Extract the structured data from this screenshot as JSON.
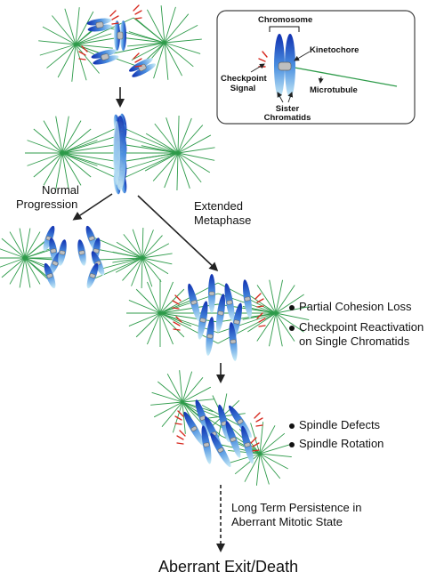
{
  "legend": {
    "chromosome": "Chromosome",
    "kinetochore": "Kinetochore",
    "checkpoint_signal": [
      "Checkpoint",
      "Signal"
    ],
    "microtubule": "Microtubule",
    "sister_chromatids": [
      "Sister",
      "Chromatids"
    ]
  },
  "branches": {
    "normal": [
      "Normal",
      "Progression"
    ],
    "extended": [
      "Extended",
      "Metaphase"
    ]
  },
  "stage3_bullets": [
    "Partial Cohesion Loss",
    "Checkpoint Reactivation",
    "on Single Chromatids"
  ],
  "stage4_bullets": [
    "Spindle Defects",
    "Spindle Rotation"
  ],
  "persistence": [
    "Long Term Persistence in",
    "Aberrant Mitotic State"
  ],
  "final_outcome": "Aberrant Exit/Death",
  "colors": {
    "spindle": "#2e9b4a",
    "chromatid_dark": "#0f2fb0",
    "chromatid_light": "#c9ecf7",
    "signal": "#d6281e",
    "arrow": "#222222"
  }
}
